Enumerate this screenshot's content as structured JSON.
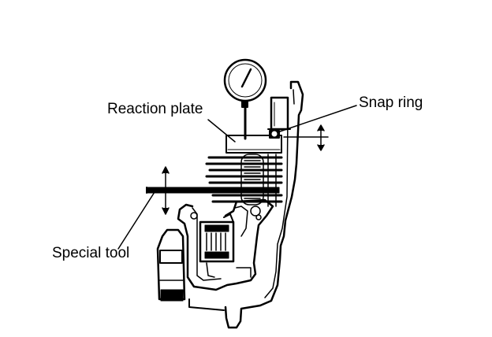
{
  "labels": {
    "reaction_plate": "Reaction plate",
    "snap_ring": "Snap ring",
    "special_tool": "Special tool"
  },
  "colors": {
    "ink": "#000000",
    "paper": "#ffffff"
  }
}
